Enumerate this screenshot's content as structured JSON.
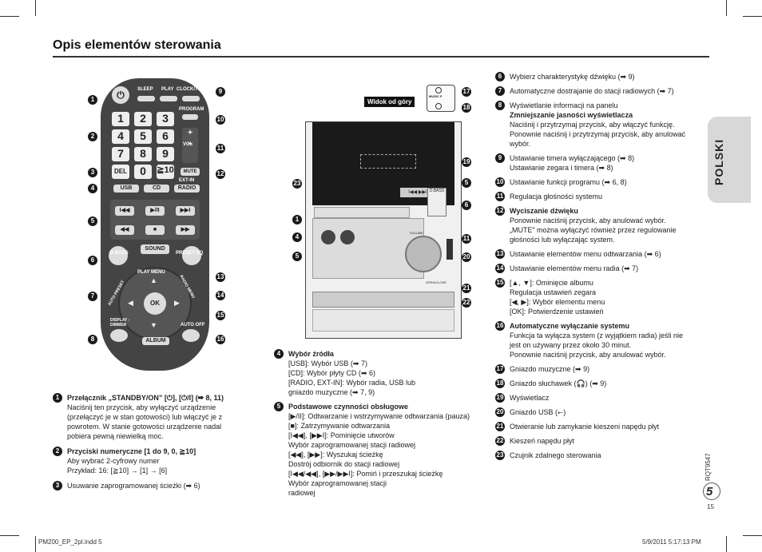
{
  "page": {
    "title": "Opis elementów sterowania",
    "side_tab": "POLSKI",
    "rqt": "RQT9547",
    "page_num": "5",
    "page_small": "15",
    "footer_left": "PM200_EP_2pl.indd   5",
    "footer_right": "5/9/2011   5:17:13 PM"
  },
  "figure": {
    "top_view_label": "Widok od góry",
    "remote_numbers": [
      "1",
      "2",
      "3",
      "4",
      "5",
      "6",
      "7",
      "8",
      "9",
      "10",
      "11",
      "12",
      "13",
      "14",
      "15",
      "16"
    ],
    "unit_numbers": [
      "17",
      "18",
      "19",
      "5",
      "6",
      "23",
      "1",
      "4",
      "11",
      "5",
      "20",
      "21",
      "22"
    ],
    "remote_labels": {
      "sleep": "SLEEP",
      "play": "PLAY",
      "clock": "CLOCK/TIMER",
      "program": "PROGRAM",
      "vol": "VOL",
      "del": "DEL",
      "mute": "MUTE",
      "extin": "EXT-IN",
      "usb": "USB",
      "cd": "CD",
      "radio": "RADIO",
      "dbass": "D.BASS",
      "sound": "SOUND",
      "preseteq": "PRESET EQ",
      "playmenu": "PLAY MENU",
      "autopreset": "AUTO PRESET",
      "radiomenu": "RADIO MENU",
      "ok": "OK",
      "display": "DISPLAY -DIMMER",
      "album": "ALBUM",
      "autooff": "AUTO OFF"
    },
    "keypad": [
      "1",
      "2",
      "3",
      "4",
      "5",
      "6",
      "7",
      "8",
      "9",
      "0",
      "≧10"
    ],
    "unit_labels": {
      "music_p": "MUSIC P",
      "volume": "VOLUME",
      "open_close": "OPEN/CLOSE",
      "dbass": "D.BASS"
    }
  },
  "left_col": [
    {
      "n": "1",
      "lines": [
        "Przełącznik „STANDBY/ON” [⏻], [⏻/I] (➡ 8, 11)",
        "Naciśnij ten przycisk, aby wyłączyć urządzenie",
        "(przełączyć je w stan gotowości) lub włączyć je z",
        "powrotem. W stanie gotowości urządzenie nadal",
        "pobiera pewną niewielką moc."
      ]
    },
    {
      "n": "2",
      "lines": [
        "Przyciski numeryczne [1 do 9, 0, ≧10]",
        "Aby wybrać 2-cyfrowy numer",
        "Przykład: 16: [≧10] → [1] → [6]"
      ]
    },
    {
      "n": "3",
      "lines": [
        "Usuwanie zaprogramowanej ścieżki (➡ 6)"
      ]
    }
  ],
  "mid_col": [
    {
      "n": "4",
      "lines": [
        "Wybór źródła",
        "[USB]: Wybór USB (➡ 7)",
        "[CD]: Wybór płyty CD (➡ 6)",
        "[RADIO, EXT-IN]: Wybór radia, USB lub",
        "gniazdo muzyczne (➡ 7, 9)"
      ]
    },
    {
      "n": "5",
      "lines": [
        "Podstawowe czynności obsługowe",
        "[▶/II]: Odtwarzanie i wstrzymywanie odtwarzania (pauza)",
        "[■]: Zatrzymywanie odtwarzania",
        "[I◀◀], [▶▶I]: Pominięcie utworów",
        "Wybór zaprogramowanej stacji radiowej",
        "[◀◀], [▶▶]: Wyszukaj ścieżkę",
        "Dostrój odbiornik do stacji radiowej",
        "[I◀◀/◀◀], [▶▶/▶▶I]: Pomiń i przeszukaj ścieżkę",
        "Wybór zaprogramowanej stacji",
        "radiowej"
      ]
    }
  ],
  "right_col": [
    {
      "n": "6",
      "lines": [
        "Wybierz charakterystykę dźwięku (➡ 9)"
      ]
    },
    {
      "n": "7",
      "lines": [
        "Automatyczne dostrajanie do stacji radiowych (➡ 7)"
      ]
    },
    {
      "n": "8",
      "lines": [
        "Wyświetlanie informacji na panelu",
        "Zmniejszanie jasności wyświetlacza",
        "Naciśnij i przytrzymaj przycisk, aby włączyć funkcję.",
        "Ponownie naciśnij i przytrzymaj przycisk, aby anulować",
        "wybór."
      ]
    },
    {
      "n": "9",
      "lines": [
        "Ustawianie timera wyłączającego (➡ 8)",
        "Ustawianie zegara i timera (➡ 8)"
      ]
    },
    {
      "n": "10",
      "lines": [
        "Ustawianie funkcji programu (➡ 6, 8)"
      ]
    },
    {
      "n": "11",
      "lines": [
        "Regulacja głośności systemu"
      ]
    },
    {
      "n": "12",
      "lines": [
        "Wyciszanie dźwięku",
        "Ponownie naciśnij przycisk, aby anulować wybór.",
        "„MUTE” można wyłączyć również przez regulowanie",
        "głośności lub wyłączając system."
      ]
    },
    {
      "n": "13",
      "lines": [
        "Ustawianie elementów menu odtwarzania (➡ 6)"
      ]
    },
    {
      "n": "14",
      "lines": [
        "Ustawianie elementów menu radia (➡ 7)"
      ]
    },
    {
      "n": "15",
      "lines": [
        "[▲, ▼]: Ominięcie albumu",
        "Regulacja ustawień zegara",
        "[◀, ▶]: Wybór elementu menu",
        "[OK]: Potwierdzenie ustawień"
      ]
    },
    {
      "n": "16",
      "lines": [
        "Automatyczne wyłączanie systemu",
        "Funkcja ta wyłącza system (z wyjątkiem radia) jeśli nie",
        "jest on używany przez około 30 minut.",
        "Ponownie naciśnij przycisk, aby anulować wybór."
      ]
    },
    {
      "n": "17",
      "lines": [
        "Gniazdo muzyczne (➡ 9)"
      ]
    },
    {
      "n": "18",
      "lines": [
        "Gniazdo słuchawek (🎧) (➡ 9)"
      ]
    },
    {
      "n": "19",
      "lines": [
        "Wyświetlacz"
      ]
    },
    {
      "n": "20",
      "lines": [
        "Gniazdo USB (⭠)"
      ]
    },
    {
      "n": "21",
      "lines": [
        "Otwieranie lub zamykanie kieszeni napędu płyt"
      ]
    },
    {
      "n": "22",
      "lines": [
        "Kieszeń napędu płyt"
      ]
    },
    {
      "n": "23",
      "lines": [
        "Czujnik zdalnego sterowania"
      ]
    }
  ]
}
